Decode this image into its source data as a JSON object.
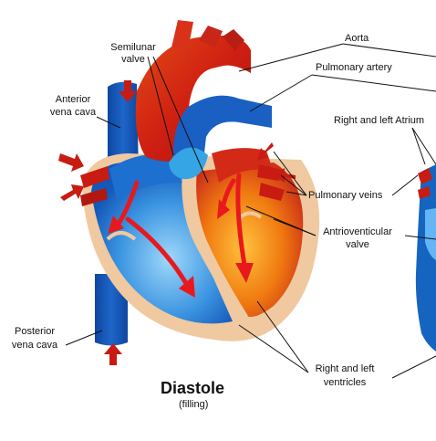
{
  "labels": {
    "semilunar_1": "Semilunar",
    "semilunar_2": "valve",
    "aorta": "Aorta",
    "pulmonary_artery": "Pulmonary artery",
    "anterior_vc_1": "Anterior",
    "anterior_vc_2": "vena cava",
    "atrium": "Right and left Atrium",
    "pulmonary_veins": "Pulmonary veins",
    "av_valve_1": "Antrioventicular",
    "av_valve_2": "valve",
    "posterior_vc_1": "Posterior",
    "posterior_vc_2": "vena cava",
    "ventricles_1": "Right and left",
    "ventricles_2": "ventricles"
  },
  "caption": {
    "title": "Diastole",
    "subtitle": "(filling)"
  },
  "colors": {
    "deoxygenated_blue": "#1565c0",
    "light_blue": "#64b5f6",
    "oxygenated_red": "#d32f2f",
    "orange": "#f57c00",
    "tissue_tan": "#f0c9a0",
    "arrow_red": "#e8191d"
  }
}
